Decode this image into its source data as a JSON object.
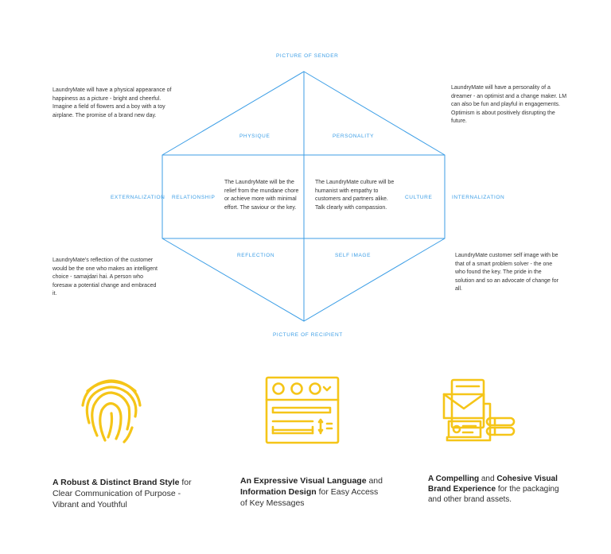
{
  "colors": {
    "accent_blue": "#3c9ee6",
    "icon_yellow": "#f5c518",
    "text": "#333333"
  },
  "diagram": {
    "top_label": "PICTURE OF SENDER",
    "bottom_label": "PICTURE OF RECIPIENT",
    "left_label": "EXTERNALIZATION",
    "right_label": "INTERNALIZATION",
    "physique": "PHYSIQUE",
    "personality": "PERSONALITY",
    "relationship": "RELATIONSHIP",
    "culture": "CULTURE",
    "reflection": "REFLECTION",
    "self_image": "SELF IMAGE",
    "relationship_text": "The LaundryMate will be the relief from the mundane chore or achieve more with minimal effort. The saviour or the key.",
    "culture_text": "The LaundryMate culture will be humanist with empathy to customers and partners alike. Talk clearly with compassion."
  },
  "notes": {
    "physique": "LaundryMate will have a physical appearance of happiness as a picture - bright and cheerful. Imagine a field of flowers and a boy with a toy airplane. The promise of a brand new day.",
    "personality": "LaundryMate will have a personality of a dreamer - an optimist and a change maker. LM can also be fun and playful in engagements. Optimism is about positively disrupting the future.",
    "reflection": "LaundryMate's reflection of the customer would be the one who makes an intelligent choice - samajdari hai. A person who foresaw a potential change and embraced it.",
    "self_image": "LaundryMate customer self image with be that of a smart problem solver - the one who found the key. The pride in the solution and so an advocate of change for all."
  },
  "features": [
    {
      "icon": "fingerprint-icon",
      "bold1": "A Robust & Distinct Brand Style",
      "rest": "for Clear Communication of Purpose  - Vibrant and Youthful"
    },
    {
      "icon": "interface-icon",
      "bold1": "An Expressive Visual Language",
      "mid": "and",
      "bold2": "Information Design",
      "rest": "for Easy Access of Key Messages"
    },
    {
      "icon": "brand-assets-icon",
      "bold1": "A Compelling",
      "mid": "and",
      "bold2": "Cohesive Visual Brand Experience",
      "rest": "for the packaging and other brand assets."
    }
  ]
}
